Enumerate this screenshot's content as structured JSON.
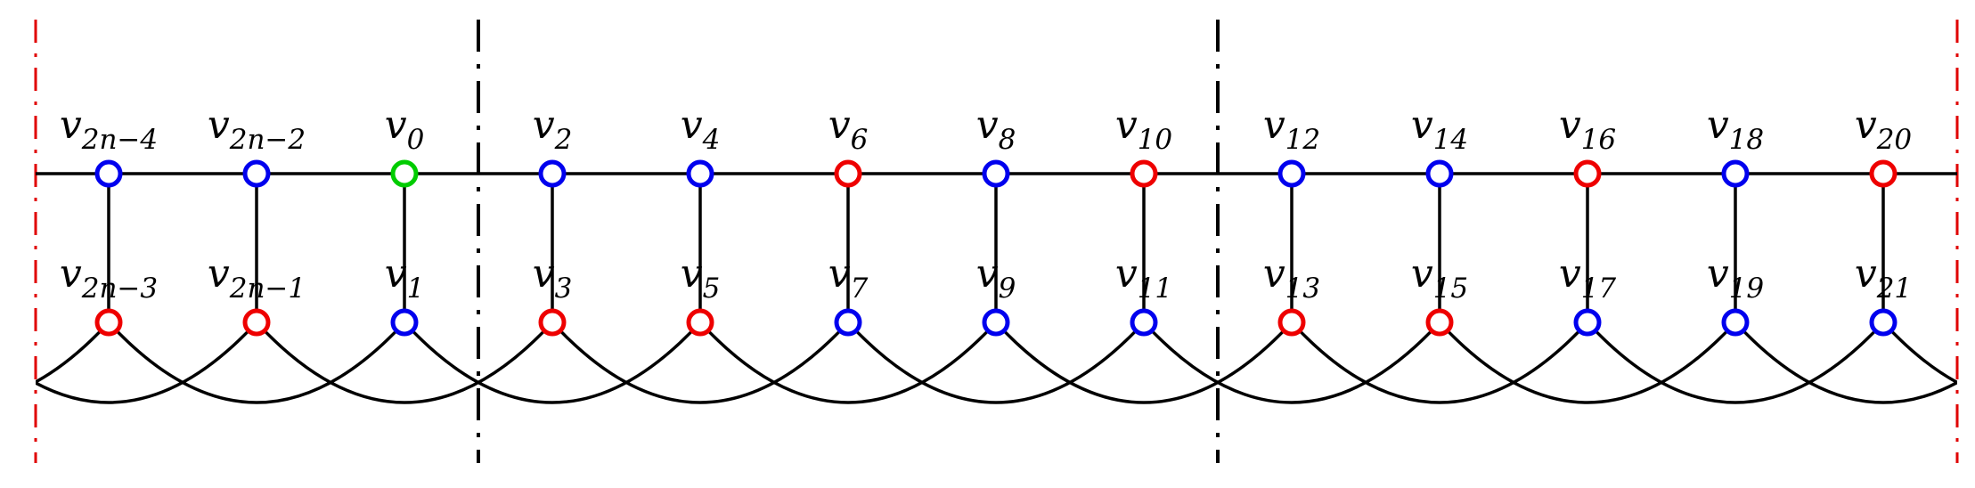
{
  "colors": {
    "edge": "#000000",
    "boundary": "#e00000",
    "divider": "#000000",
    "blue": "#0000ee",
    "red": "#ee0000",
    "green": "#00cc00"
  },
  "top_vertices": [
    {
      "base": "v",
      "sub": "2n−4",
      "color": "blue"
    },
    {
      "base": "v",
      "sub": "2n−2",
      "color": "blue"
    },
    {
      "base": "v",
      "sub": "0",
      "color": "green"
    },
    {
      "base": "v",
      "sub": "2",
      "color": "blue"
    },
    {
      "base": "v",
      "sub": "4",
      "color": "blue"
    },
    {
      "base": "v",
      "sub": "6",
      "color": "red"
    },
    {
      "base": "v",
      "sub": "8",
      "color": "blue"
    },
    {
      "base": "v",
      "sub": "10",
      "color": "red"
    },
    {
      "base": "v",
      "sub": "12",
      "color": "blue"
    },
    {
      "base": "v",
      "sub": "14",
      "color": "blue"
    },
    {
      "base": "v",
      "sub": "16",
      "color": "red"
    },
    {
      "base": "v",
      "sub": "18",
      "color": "blue"
    },
    {
      "base": "v",
      "sub": "20",
      "color": "red"
    }
  ],
  "bottom_vertices": [
    {
      "base": "v",
      "sub": "2n−3",
      "color": "red"
    },
    {
      "base": "v",
      "sub": "2n−1",
      "color": "red"
    },
    {
      "base": "v",
      "sub": "1",
      "color": "blue"
    },
    {
      "base": "v",
      "sub": "3",
      "color": "red"
    },
    {
      "base": "v",
      "sub": "5",
      "color": "red"
    },
    {
      "base": "v",
      "sub": "7",
      "color": "blue"
    },
    {
      "base": "v",
      "sub": "9",
      "color": "blue"
    },
    {
      "base": "v",
      "sub": "11",
      "color": "blue"
    },
    {
      "base": "v",
      "sub": "13",
      "color": "red"
    },
    {
      "base": "v",
      "sub": "15",
      "color": "red"
    },
    {
      "base": "v",
      "sub": "17",
      "color": "blue"
    },
    {
      "base": "v",
      "sub": "19",
      "color": "blue"
    },
    {
      "base": "v",
      "sub": "21",
      "color": "blue"
    }
  ]
}
